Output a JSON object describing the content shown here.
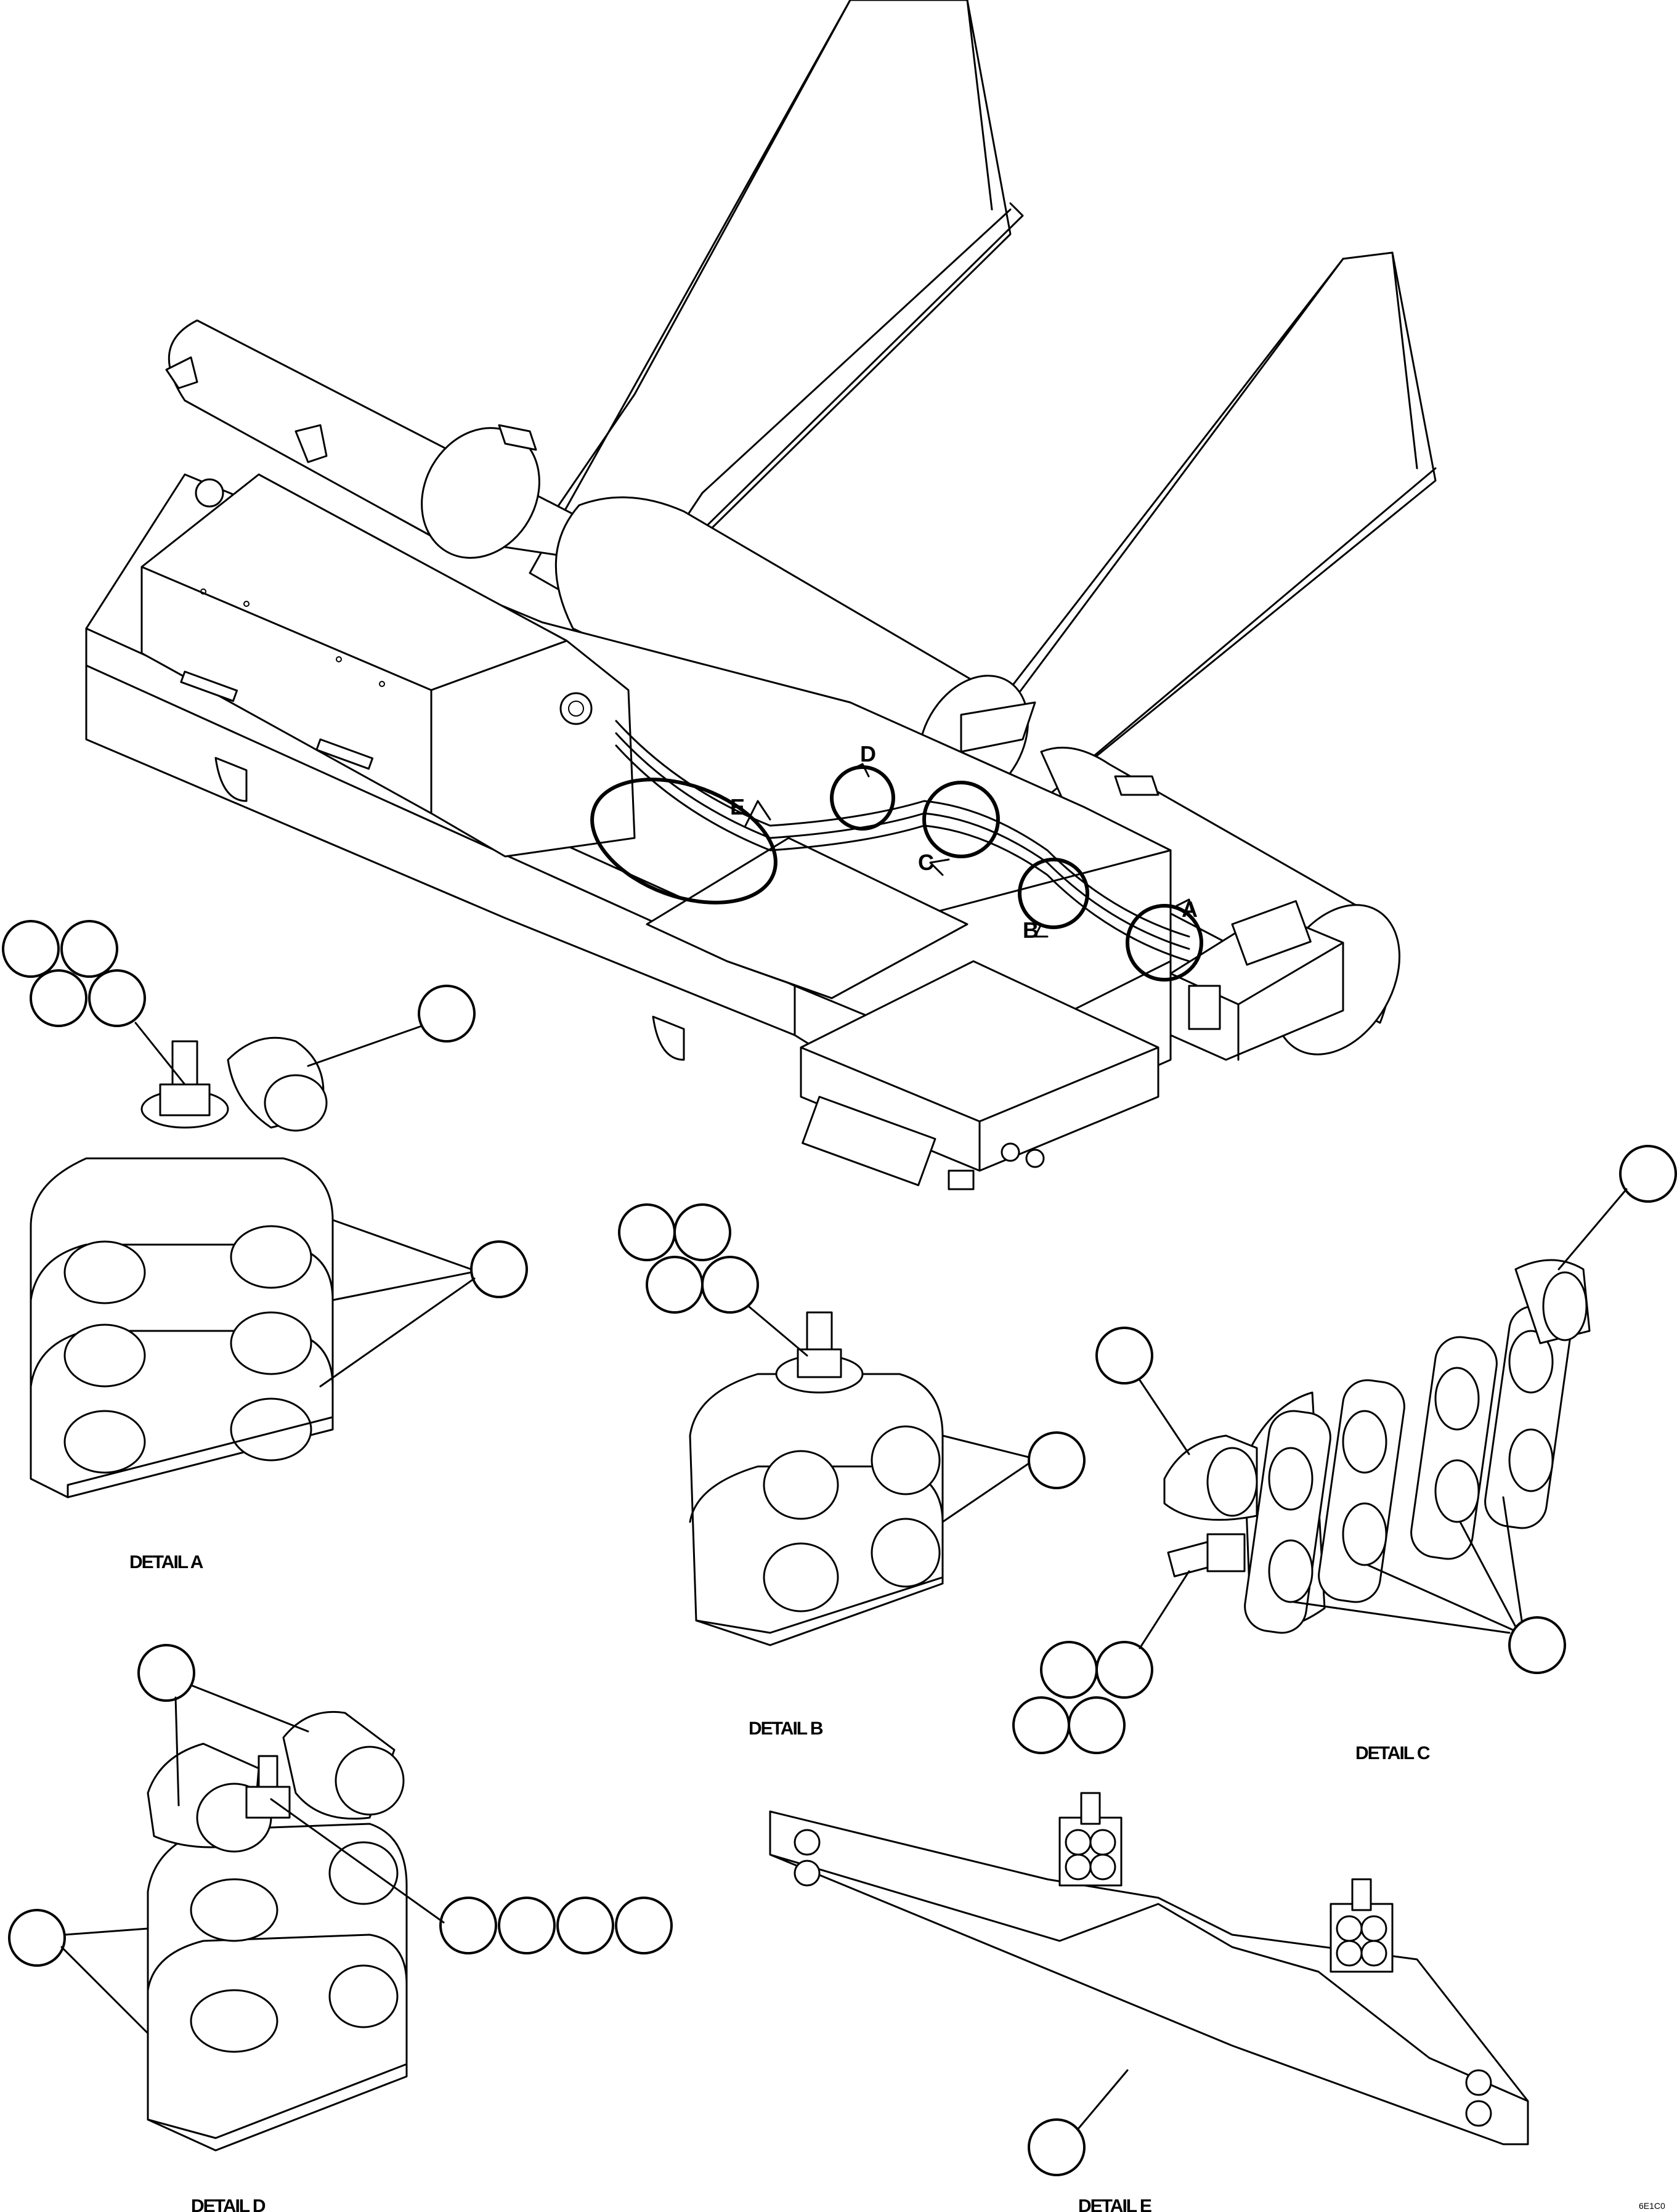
{
  "details": {
    "a": "DETAIL A",
    "b": "DETAIL B",
    "c": "DETAIL C",
    "d": "DETAIL D",
    "e": "DETAIL E"
  },
  "callouts": {
    "a": "A",
    "b": "B",
    "c": "C",
    "d": "D",
    "e": "E"
  },
  "figure_id": "6E1C0"
}
